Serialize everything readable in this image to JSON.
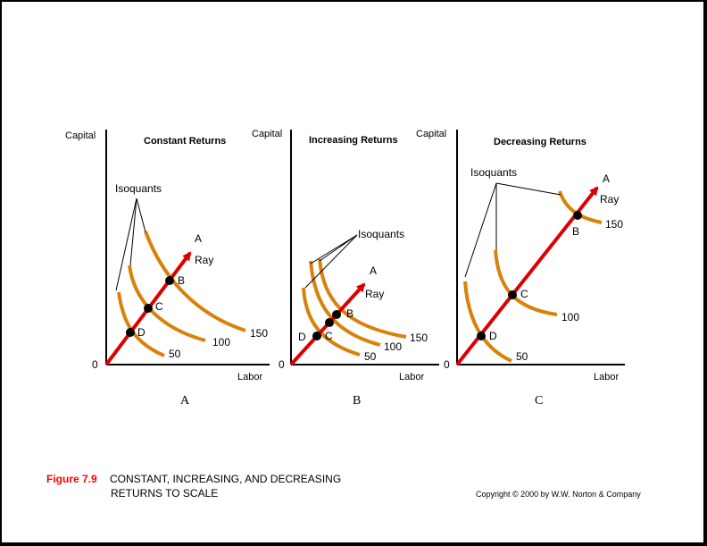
{
  "figure": {
    "number": "Figure 7.9",
    "caption_line1": "CONSTANT, INCREASING, AND DECREASING",
    "caption_line2": "RETURNS TO SCALE",
    "copyright": "Copyright © 2000 by W.W. Norton & Company"
  },
  "colors": {
    "isoquant": "#d9820a",
    "ray": "#dd0000",
    "axis": "#000000",
    "background": "#ffffff"
  },
  "panels": [
    {
      "panel_label": "A",
      "title": "Constant Returns",
      "y_axis_label": "Capital",
      "x_axis_label": "Labor",
      "origin_label": "0",
      "isoquants_label": "Isoquants",
      "ray_label": "Ray",
      "ray_end_label": "A",
      "points": [
        {
          "label": "D"
        },
        {
          "label": "C"
        },
        {
          "label": "B"
        }
      ],
      "isoquant_values": [
        "50",
        "100",
        "150"
      ]
    },
    {
      "panel_label": "B",
      "title": "Increasing Returns",
      "y_axis_label": "Capital",
      "x_axis_label": "Labor",
      "origin_label": "0",
      "isoquants_label": "Isoquants",
      "ray_label": "Ray",
      "ray_end_label": "A",
      "points": [
        {
          "label": "D"
        },
        {
          "label": "C"
        },
        {
          "label": "B"
        }
      ],
      "isoquant_values": [
        "50",
        "100",
        "150"
      ]
    },
    {
      "panel_label": "C",
      "title": "Decreasing Returns",
      "y_axis_label": "Capital",
      "x_axis_label": "Labor",
      "origin_label": "0",
      "isoquants_label": "Isoquants",
      "ray_label": "Ray",
      "ray_end_label": "A",
      "points": [
        {
          "label": "D"
        },
        {
          "label": "C"
        },
        {
          "label": "B"
        }
      ],
      "isoquant_values": [
        "50",
        "100",
        "150"
      ]
    }
  ]
}
